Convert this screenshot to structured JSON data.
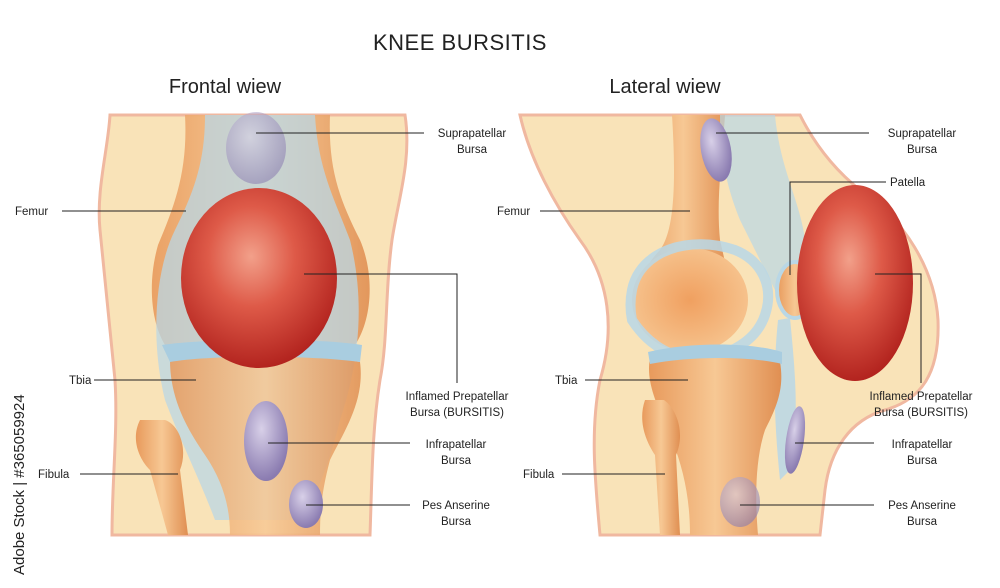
{
  "title": "KNEE BURSITIS",
  "frontal": {
    "heading": "Frontal wiew",
    "labels": {
      "suprapatellar_line1": "Suprapatellar",
      "suprapatellar_line2": "Bursa",
      "femur": "Femur",
      "tbia": "Tbia",
      "fibula": "Fibula",
      "inflamed_line1": "Inflamed Prepatellar",
      "inflamed_line2": "Bursa (BURSITIS)",
      "infrapatellar_line1": "Infrapatellar",
      "infrapatellar_line2": "Bursa",
      "pes_line1": "Pes Anserine",
      "pes_line2": "Bursa"
    }
  },
  "lateral": {
    "heading": "Lateral wiew",
    "labels": {
      "suprapatellar_line1": "Suprapatellar",
      "suprapatellar_line2": "Bursa",
      "patella": "Patella",
      "femur": "Femur",
      "tbia": "Tbia",
      "fibula": "Fibula",
      "inflamed_line1": "Inflamed Prepatellar",
      "inflamed_line2": "Bursa (BURSITIS)",
      "infrapatellar_line1": "Infrapatellar",
      "infrapatellar_line2": "Bursa",
      "pes_line1": "Pes Anserine",
      "pes_line2": "Bursa"
    }
  },
  "watermark": "Adobe Stock | #365059924",
  "colors": {
    "skin": "#f9e3b8",
    "skin_outline": "#f0b8a0",
    "bone": "#f2b97f",
    "bone_dark": "#d98a50",
    "ligament": "#b9d7e6",
    "bursa_inflamed": "#d8413c",
    "bursa_normal": "#a79ac4"
  }
}
